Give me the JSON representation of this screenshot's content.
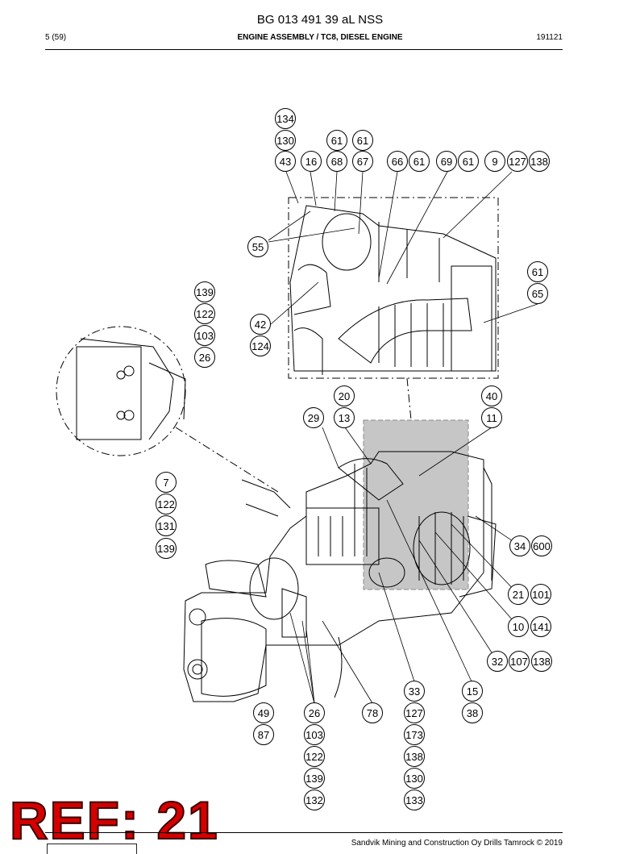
{
  "header": {
    "title": "BG 013 491 39 aL NSS",
    "page": "5 (59)",
    "section": "ENGINE ASSEMBLY / TC8, DIESEL ENGINE",
    "date": "191121"
  },
  "stamp": "REF: 21",
  "footer": {
    "copyright": "Sandvik Mining and Construction Oy Drills Tamrock © 2019"
  },
  "callouts": [
    "134",
    "130",
    "43",
    "16",
    "61",
    "68",
    "61",
    "67",
    "66",
    "61",
    "69",
    "61",
    "9",
    "127",
    "138",
    "55",
    "139",
    "122",
    "103",
    "26",
    "42",
    "124",
    "61",
    "65",
    "20",
    "13",
    "29",
    "40",
    "11",
    "7",
    "122",
    "131",
    "139",
    "34",
    "600",
    "21",
    "101",
    "10",
    "141",
    "32",
    "107",
    "138",
    "33",
    "127",
    "173",
    "138",
    "130",
    "133",
    "15",
    "38",
    "49",
    "87",
    "26",
    "103",
    "122",
    "139",
    "132",
    "78"
  ]
}
